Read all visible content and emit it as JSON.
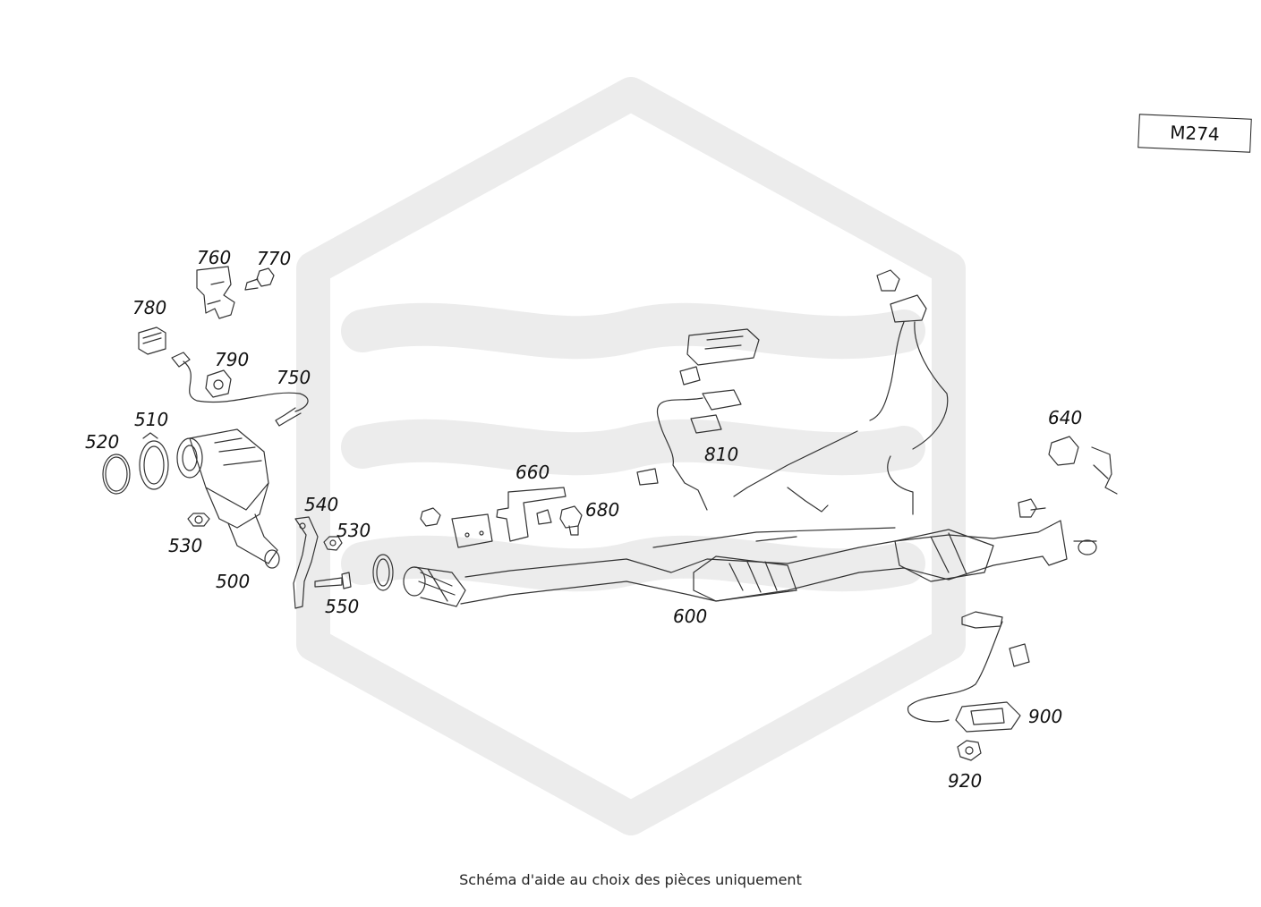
{
  "engine_code": "M274",
  "caption": "Schéma d'aide au choix des pièces uniquement",
  "parts": [
    {
      "id": "500",
      "label": "500"
    },
    {
      "id": "510",
      "label": "510"
    },
    {
      "id": "520",
      "label": "520"
    },
    {
      "id": "530a",
      "label": "530"
    },
    {
      "id": "530b",
      "label": "530"
    },
    {
      "id": "540",
      "label": "540"
    },
    {
      "id": "550",
      "label": "550"
    },
    {
      "id": "600",
      "label": "600"
    },
    {
      "id": "640",
      "label": "640"
    },
    {
      "id": "660",
      "label": "660"
    },
    {
      "id": "680",
      "label": "680"
    },
    {
      "id": "750",
      "label": "750"
    },
    {
      "id": "760",
      "label": "760"
    },
    {
      "id": "770",
      "label": "770"
    },
    {
      "id": "780",
      "label": "780"
    },
    {
      "id": "790",
      "label": "790"
    },
    {
      "id": "810",
      "label": "810"
    },
    {
      "id": "900",
      "label": "900"
    },
    {
      "id": "920",
      "label": "920"
    }
  ],
  "colors": {
    "line": "#333333",
    "watermark": "#ececec"
  }
}
